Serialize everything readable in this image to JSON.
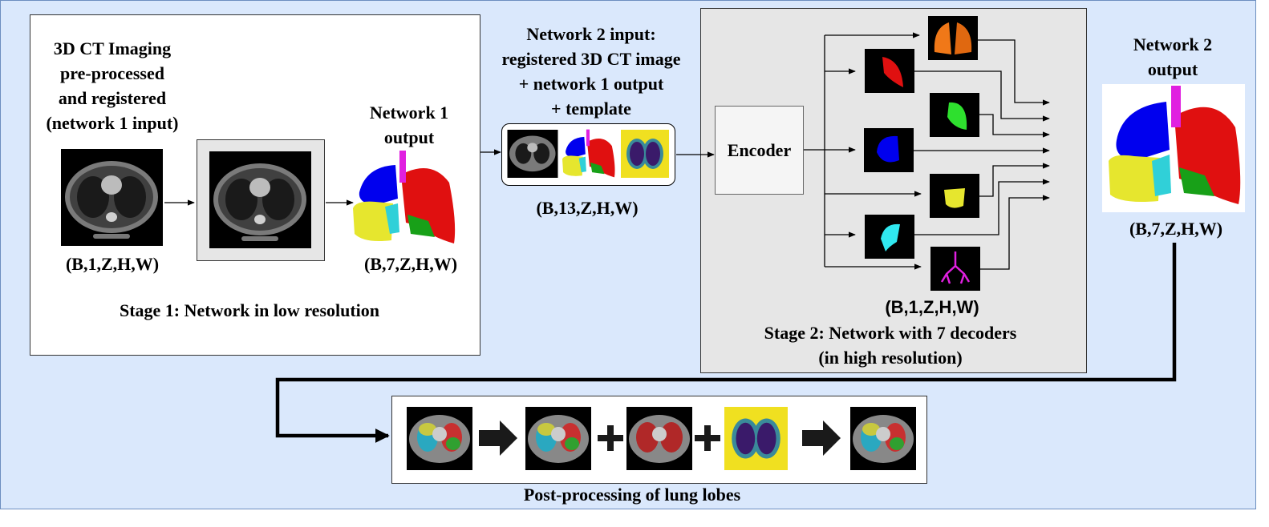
{
  "stage1": {
    "input_label": [
      "3D CT Imaging",
      "pre-processed",
      "and registered",
      "(network 1 input)"
    ],
    "input_shape": "(B,1,Z,H,W)",
    "output_label": [
      "Network 1",
      "output"
    ],
    "output_shape": "(B,7,Z,H,W)",
    "caption": "Stage 1: Network in low resolution"
  },
  "network2_input": {
    "label": [
      "Network 2 input:",
      "registered 3D CT image",
      "+ network 1 output",
      "+ template"
    ],
    "shape": "(B,13,Z,H,W)"
  },
  "stage2": {
    "encoder_label": "Encoder",
    "decoder_shape": "(B,1,Z,H,W)",
    "caption": [
      "Stage 2: Network with 7 decoders",
      "(in high resolution)"
    ],
    "decoders": [
      "lung-both",
      "lobe-red",
      "lobe-green",
      "lobe-blue",
      "lobe-yellow",
      "lobe-cyan",
      "airway-magenta"
    ]
  },
  "network2_output": {
    "label": [
      "Network 2",
      "output"
    ],
    "shape": "(B,7,Z,H,W)"
  },
  "postprocessing": {
    "caption": "Post-processing of lung lobes",
    "operators": [
      "→",
      "+",
      "+",
      "→"
    ]
  },
  "colors": {
    "background": "#dae8fc",
    "stage2_fill": "#e6e6e6",
    "lobe_blue": "#0000ee",
    "lobe_yellow": "#e6e62e",
    "lobe_cyan": "#30d0d8",
    "lobe_red": "#e01010",
    "lobe_green": "#18a018",
    "airway": "#e020e0",
    "lung_orange": "#f07818"
  }
}
